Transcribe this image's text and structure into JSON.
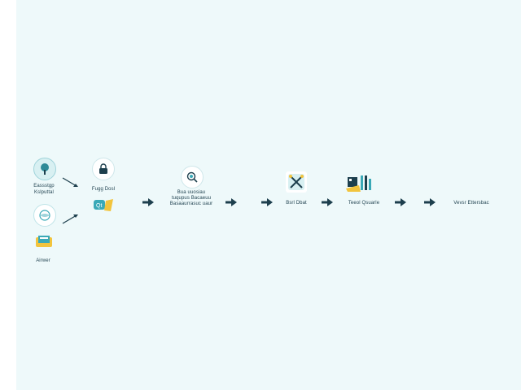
{
  "diagram": {
    "nodes": {
      "input_1": {
        "label_line1": "Eassstgp",
        "label_line2": "Kslputtal",
        "icon": "tree-icon"
      },
      "input_2": {
        "icon": "globe-icon"
      },
      "input_3": {
        "label": "Airwer",
        "icon": "document-box-icon"
      },
      "step_1": {
        "label": "Fugg Dosl",
        "icon_top": "lock-icon",
        "icon_bottom": "chat-tag-icon"
      },
      "step_2": {
        "label_line1": "Bua uuosiau",
        "label_line2": "tuqupus Bacaeuu",
        "label_line3": "Basaaurrasuc uaur",
        "icon": "shield-search-icon"
      },
      "step_3": {
        "label": "Bsrl Dbat",
        "icon": "crossed-tools-icon"
      },
      "step_4": {
        "label": "Teeol Qsuarle",
        "icon": "building-chart-icon"
      },
      "output": {
        "label": "Vevsr Ettersbac"
      }
    },
    "colors": {
      "arrow": "#1d3f4d",
      "accent_teal": "#3aa9b7",
      "accent_yellow": "#f2c43d",
      "background": "#eef9fa"
    }
  }
}
